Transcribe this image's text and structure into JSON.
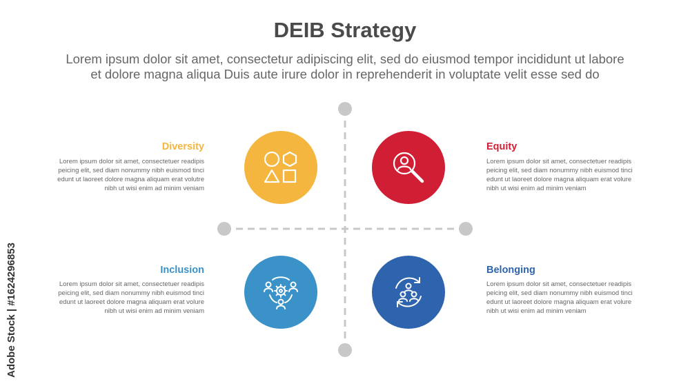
{
  "title": "DEIB Strategy",
  "subtitle_line1": "Lorem ipsum dolor sit amet, consectetur adipiscing elit, sed do eiusmod tempor incididunt ut labore",
  "subtitle_line2": "et dolore magna aliqua Duis aute irure dolor in reprehenderit in voluptate velit esse sed do",
  "quadrants": [
    {
      "heading": "Diversity",
      "color": "#F4B63F",
      "icon": "shapes-icon",
      "lines": [
        "Lorem ipsum dolor sit amet, consectetuer readipis",
        "peicing elit, sed diam nonummy nibh euismod tinci",
        "edunt ut laoreet dolore magna aliquam erat volutre",
        "nibh ut wisi enim ad minim veniam"
      ]
    },
    {
      "heading": "Equity",
      "color": "#D01F35",
      "icon": "search-user-icon",
      "lines": [
        "Lorem ipsum dolor sit amet, consectetuer readipis",
        "peicing elit, sed diam nonummy nibh euismod tinci",
        "edunt ut laoreet dolore magna aliquam erat volure",
        "nibh ut wisi enim ad minim veniam"
      ]
    },
    {
      "heading": "Inclusion",
      "color": "#3A92C9",
      "icon": "team-gear-icon",
      "lines": [
        "Lorem ipsum dolor sit amet, consectetuer readipis",
        "peicing elit, sed diam nonummy nibh euismod tinci",
        "edunt ut laoreet dolore magna aliquam erat volure",
        "nibh ut wisi enim ad minim veniam"
      ]
    },
    {
      "heading": "Belonging",
      "color": "#2E63AD",
      "icon": "group-cycle-icon",
      "lines": [
        "Lorem ipsum dolor sit amet, consectetuer readipis",
        "peicing elit, sed diam nonummy nibh euismod tinci",
        "edunt ut laoreet dolore magna aliquam erat volure",
        "nibh ut wisi enim ad minim veniam"
      ]
    }
  ],
  "watermark": "Adobe Stock | #1624296853"
}
